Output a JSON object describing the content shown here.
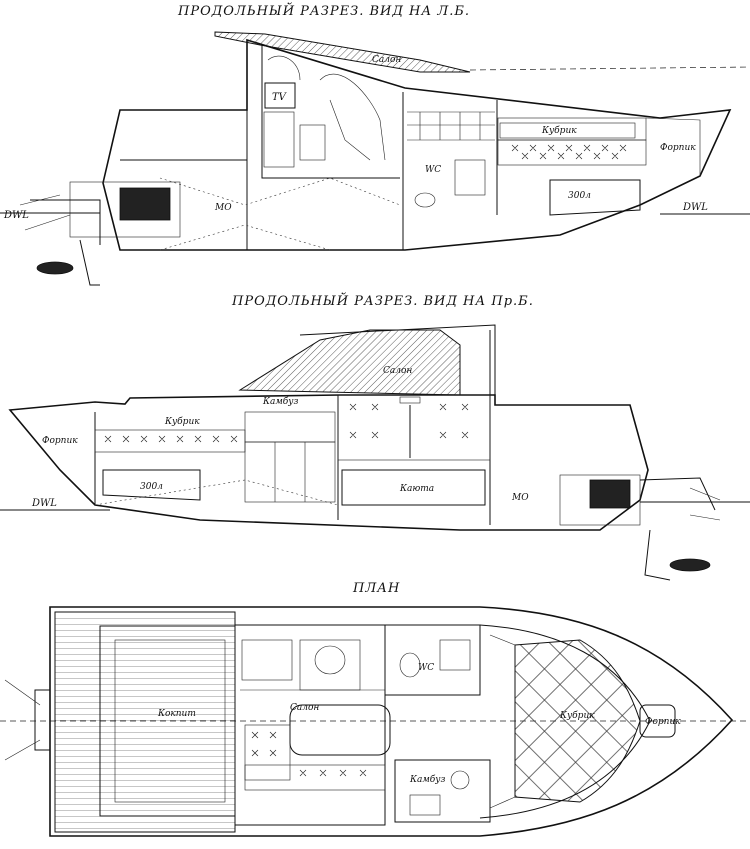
{
  "views": {
    "side_port": {
      "title": "ПРОДОЛЬНЫЙ РАЗРЕЗ. ВИД НА Л.Б.",
      "labels": {
        "salon": "Салон",
        "tv": "TV",
        "kubrik": "Кубрик",
        "forpik": "Форпик",
        "wc": "WC",
        "zod": "300л",
        "mo": "МО",
        "dwl_left": "DWL",
        "dwl_right": "DWL"
      }
    },
    "side_starboard": {
      "title": "ПРОДОЛЬНЫЙ РАЗРЕЗ. ВИД НА Пр.Б.",
      "labels": {
        "salon": "Салон",
        "kambuz": "Камбуз",
        "kubrik": "Кубрик",
        "forpik": "Форпик",
        "zod": "300л",
        "kayuta": "Каюта",
        "mo": "МО",
        "dwl": "DWL"
      }
    },
    "plan": {
      "title": "ПЛАН",
      "labels": {
        "kokpit": "Кокпит",
        "salon": "Салон",
        "wc": "WC",
        "kubrik": "Кубрик",
        "forpik": "Форпик",
        "kambuz": "Камбуз"
      }
    }
  }
}
